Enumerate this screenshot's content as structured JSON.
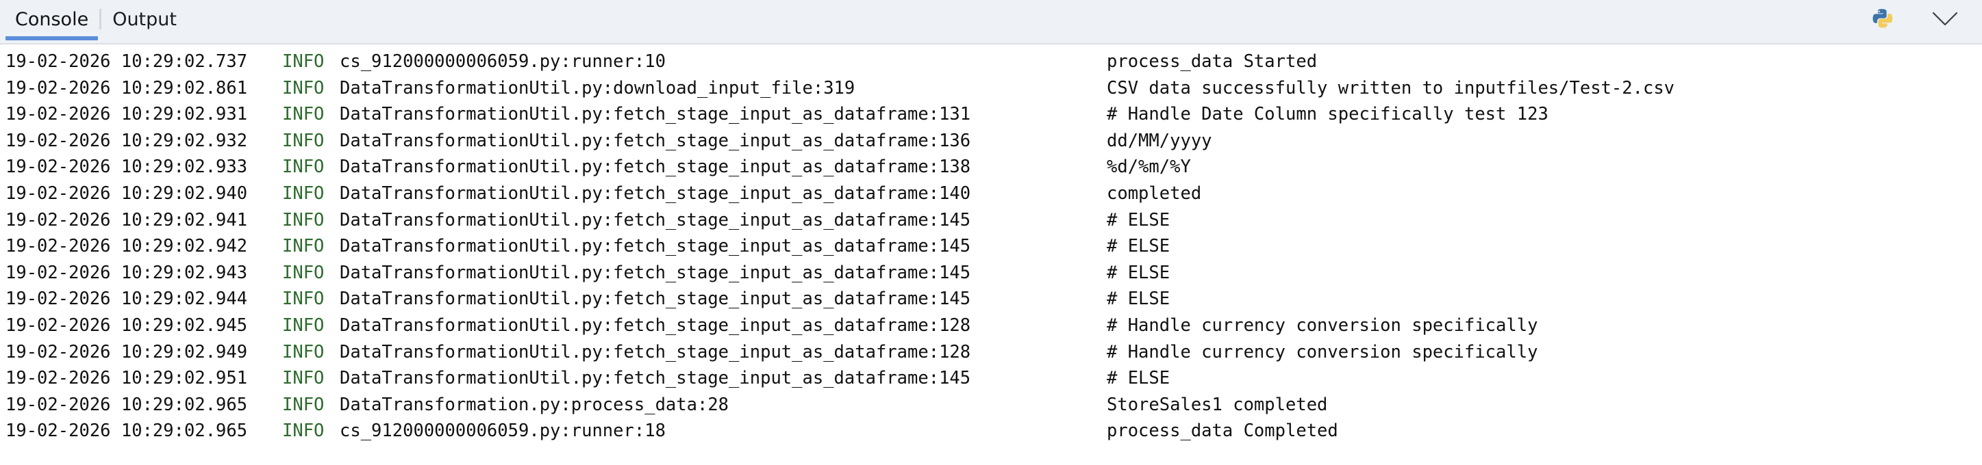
{
  "tabbar": {
    "tabs": [
      {
        "label": "Console",
        "active": true
      },
      {
        "label": "Output",
        "active": false
      }
    ],
    "actions": [
      {
        "name": "python-logo-icon",
        "label": "Python"
      },
      {
        "name": "chevron-down-icon",
        "label": "Collapse"
      }
    ],
    "accent_color": "#5b8ddb",
    "background_color": "#eef1f5"
  },
  "console": {
    "level_color": "#2d6a2d",
    "text_color": "#111111",
    "background_color": "#ffffff",
    "rows": [
      {
        "timestamp": "19-02-2026 10:29:02.737",
        "level": "INFO",
        "logger": "cs_912000000006059.py:runner:10",
        "message": "process_data Started"
      },
      {
        "timestamp": "19-02-2026 10:29:02.861",
        "level": "INFO",
        "logger": "DataTransformationUtil.py:download_input_file:319",
        "message": "CSV data successfully written to inputfiles/Test-2.csv"
      },
      {
        "timestamp": "19-02-2026 10:29:02.931",
        "level": "INFO",
        "logger": "DataTransformationUtil.py:fetch_stage_input_as_dataframe:131",
        "message": "# Handle Date Column specifically test 123"
      },
      {
        "timestamp": "19-02-2026 10:29:02.932",
        "level": "INFO",
        "logger": "DataTransformationUtil.py:fetch_stage_input_as_dataframe:136",
        "message": "dd/MM/yyyy"
      },
      {
        "timestamp": "19-02-2026 10:29:02.933",
        "level": "INFO",
        "logger": "DataTransformationUtil.py:fetch_stage_input_as_dataframe:138",
        "message": "%d/%m/%Y"
      },
      {
        "timestamp": "19-02-2026 10:29:02.940",
        "level": "INFO",
        "logger": "DataTransformationUtil.py:fetch_stage_input_as_dataframe:140",
        "message": "completed"
      },
      {
        "timestamp": "19-02-2026 10:29:02.941",
        "level": "INFO",
        "logger": "DataTransformationUtil.py:fetch_stage_input_as_dataframe:145",
        "message": "# ELSE"
      },
      {
        "timestamp": "19-02-2026 10:29:02.942",
        "level": "INFO",
        "logger": "DataTransformationUtil.py:fetch_stage_input_as_dataframe:145",
        "message": "# ELSE"
      },
      {
        "timestamp": "19-02-2026 10:29:02.943",
        "level": "INFO",
        "logger": "DataTransformationUtil.py:fetch_stage_input_as_dataframe:145",
        "message": "# ELSE"
      },
      {
        "timestamp": "19-02-2026 10:29:02.944",
        "level": "INFO",
        "logger": "DataTransformationUtil.py:fetch_stage_input_as_dataframe:145",
        "message": "# ELSE"
      },
      {
        "timestamp": "19-02-2026 10:29:02.945",
        "level": "INFO",
        "logger": "DataTransformationUtil.py:fetch_stage_input_as_dataframe:128",
        "message": "# Handle currency conversion specifically"
      },
      {
        "timestamp": "19-02-2026 10:29:02.949",
        "level": "INFO",
        "logger": "DataTransformationUtil.py:fetch_stage_input_as_dataframe:128",
        "message": "# Handle currency conversion specifically"
      },
      {
        "timestamp": "19-02-2026 10:29:02.951",
        "level": "INFO",
        "logger": "DataTransformationUtil.py:fetch_stage_input_as_dataframe:145",
        "message": "# ELSE"
      },
      {
        "timestamp": "19-02-2026 10:29:02.965",
        "level": "INFO",
        "logger": "DataTransformation.py:process_data:28",
        "message": "StoreSales1 completed"
      },
      {
        "timestamp": "19-02-2026 10:29:02.965",
        "level": "INFO",
        "logger": "cs_912000000006059.py:runner:18",
        "message": "process_data Completed"
      }
    ]
  }
}
